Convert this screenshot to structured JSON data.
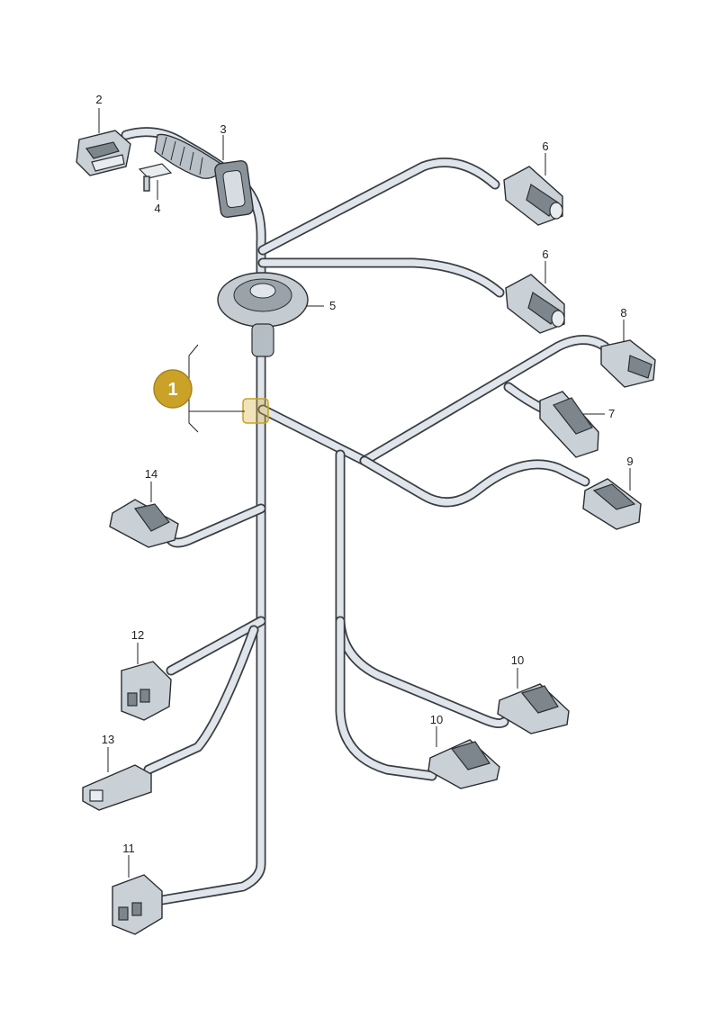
{
  "diagram": {
    "main_badge": "1",
    "callouts": {
      "c2": "2",
      "c3": "3",
      "c4": "4",
      "c5": "5",
      "c6a": "6",
      "c6b": "6",
      "c7": "7",
      "c8": "8",
      "c9": "9",
      "c10a": "10",
      "c10b": "10",
      "c11": "11",
      "c12": "12",
      "c13": "13",
      "c14": "14"
    },
    "colors": {
      "badge": "#c9a227",
      "wire": "#dfe5ea",
      "outline": "#3a3f44"
    }
  }
}
